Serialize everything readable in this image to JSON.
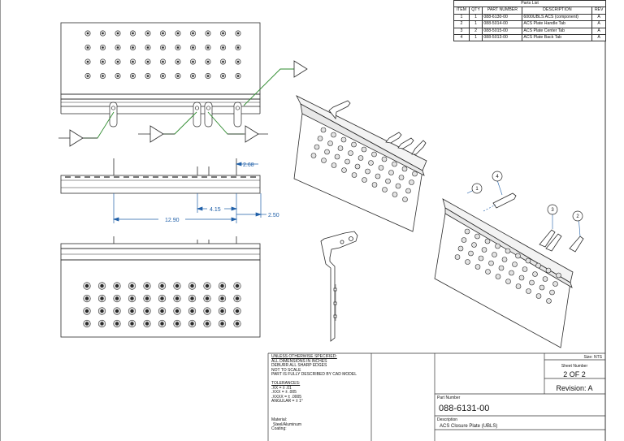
{
  "parts_list": {
    "title": "Parts List",
    "headers": [
      "ITEM",
      "QTY",
      "PART NUMBER",
      "DESCRIPTION",
      "REV"
    ],
    "rows": [
      [
        "1",
        "1",
        "088-6130-00",
        "6000UBLS ACS (component)",
        "A"
      ],
      [
        "2",
        "1",
        "088-5014-00",
        "ACS Plate Handle Tab",
        "A"
      ],
      [
        "3",
        "2",
        "088-5015-00",
        "ACS Plate Center Tab",
        "A"
      ],
      [
        "4",
        "1",
        "088-5013-00",
        "ACS Plate Back Tab",
        "A"
      ]
    ]
  },
  "dimensions": {
    "d1": "2.68",
    "d2": "4.15",
    "d3": "12.90",
    "d4": "2.50"
  },
  "balloons": [
    "1",
    "4",
    "3",
    "2"
  ],
  "notes": {
    "heading": "UNLESS OTHERWISE SPECIFIED:",
    "lines": [
      "ALL DIMENSIONS IN INCHES",
      "DEBURR ALL SHARP EDGES",
      "NOT TO SCALE",
      "PART IS FULLY DESCRIBED BY CAD MODEL"
    ],
    "tol_heading": "TOLERANCES:",
    "tol_lines": [
      ".XX  = ± .01",
      ".XXX = ± .005",
      ".XXXX = ± .0005",
      "ANGULAR = ± 1°"
    ],
    "material_label": "Material:",
    "material_value": "Steel/Aluminum",
    "coating_label": "Coating:"
  },
  "title_block": {
    "size": "Size: NTS",
    "sheet_label": "Sheet Number",
    "sheet_value": "2 OF 2",
    "revision": "Revision: A",
    "part_number_label": "Part Number",
    "part_number": "088-6131-00",
    "description_label": "Description",
    "description": "ACS Closure Plate (UBLS)"
  },
  "colors": {
    "line": "#2a2a2a",
    "dimension": "#1f5fa8",
    "leader": "#2e8b2e",
    "hole_fill": "#e2e2e2"
  }
}
